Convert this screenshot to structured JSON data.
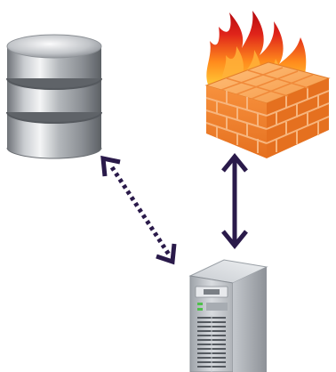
{
  "diagram": {
    "nodes": [
      {
        "id": "database",
        "icon": "database-icon"
      },
      {
        "id": "firewall",
        "icon": "firewall-icon"
      },
      {
        "id": "server",
        "icon": "server-tower-icon"
      }
    ],
    "edges": [
      {
        "from": "database",
        "to": "server",
        "style": "dotted",
        "direction": "bidirectional"
      },
      {
        "from": "firewall",
        "to": "server",
        "style": "solid",
        "direction": "bidirectional"
      }
    ],
    "colors": {
      "connector": "#2a1a4a",
      "brick": "#f0822e",
      "mortar": "#f6b27a",
      "flame_outer": "#d4121a",
      "flame_inner": "#ffb13a",
      "metal": "#b9bcc0",
      "server_body": "#c9cdd2",
      "server_led": "#4ec04b"
    }
  }
}
